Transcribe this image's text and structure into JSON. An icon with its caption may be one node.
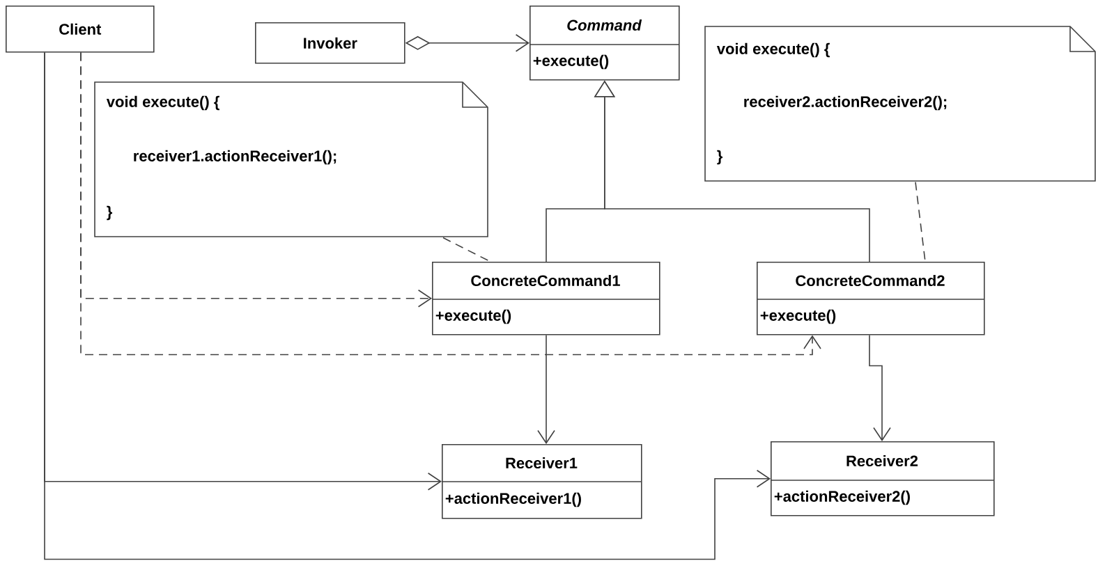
{
  "diagram": {
    "nodes": [
      {
        "text": [
          "Client"
        ]
      },
      {
        "text": [
          "Invoker"
        ]
      },
      {
        "text": [
          "Command",
          "+execute()"
        ]
      },
      {
        "text": [
          "void execute() {",
          "receiver1.actionReceiver1();",
          "}"
        ]
      },
      {
        "text": [
          "void execute() {",
          "receiver2.actionReceiver2();",
          "}"
        ]
      },
      {
        "text": [
          "ConcreteCommand1",
          "+execute()"
        ]
      },
      {
        "text": [
          "ConcreteCommand2",
          "+execute()"
        ]
      },
      {
        "text": [
          "Receiver1",
          "+actionReceiver1()"
        ]
      },
      {
        "text": [
          "Receiver2",
          "+actionReceiver2()"
        ]
      }
    ],
    "edges": [
      {
        "from": 1,
        "to": 2,
        "arrow": "to"
      },
      {
        "from": 5,
        "to": 2,
        "arrow": "to"
      },
      {
        "from": 6,
        "to": 2,
        "arrow": "to"
      },
      {
        "from": 3,
        "to": 5,
        "arrow": "none",
        "style": "dashed"
      },
      {
        "from": 4,
        "to": 6,
        "arrow": "none",
        "style": "dashed"
      },
      {
        "from": 0,
        "to": 5,
        "arrow": "to",
        "style": "dashed"
      },
      {
        "from": 0,
        "to": 6,
        "arrow": "to",
        "style": "dashed"
      },
      {
        "from": 5,
        "to": 7,
        "arrow": "to"
      },
      {
        "from": 6,
        "to": 8,
        "arrow": "to"
      },
      {
        "from": 0,
        "to": 7,
        "arrow": "to"
      },
      {
        "from": 0,
        "to": 8,
        "arrow": "to"
      }
    ]
  }
}
